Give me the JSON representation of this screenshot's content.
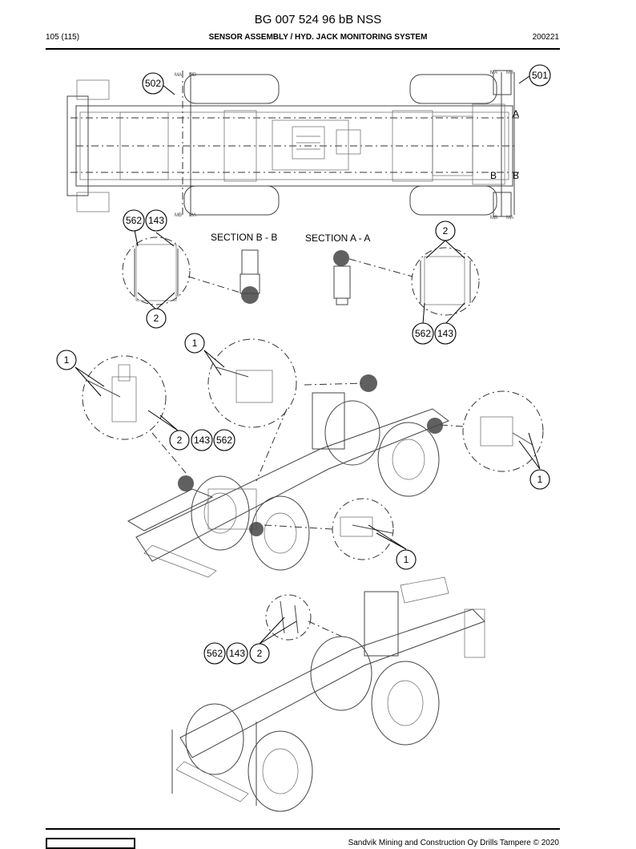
{
  "header": {
    "doc_number": "BG 007 524 96 bB NSS",
    "page": "105 (115)",
    "title": "SENSOR ASSEMBLY / HYD. JACK MONITORING SYSTEM",
    "date": "200221"
  },
  "drawing": {
    "sections": {
      "section_bb": "SECTION B - B",
      "section_aa": "SECTION A - A"
    },
    "cut_labels": {
      "a": "A",
      "b_left": "B",
      "b_right": "B"
    },
    "callouts": {
      "c501": "501",
      "c502": "502",
      "c562a": "562",
      "c143a": "143",
      "c2a": "2",
      "c2b": "2",
      "c562b": "562",
      "c143b": "143",
      "c1a": "1",
      "c1b": "1",
      "c2c": "2",
      "c143c": "143",
      "c562c": "562",
      "c1c": "1",
      "c1d": "1",
      "c562d": "562",
      "c143d": "143",
      "c2d": "2"
    }
  },
  "footer": {
    "copyright": "Sandvik Mining and Construction Oy Drills Tampere © 2020"
  }
}
